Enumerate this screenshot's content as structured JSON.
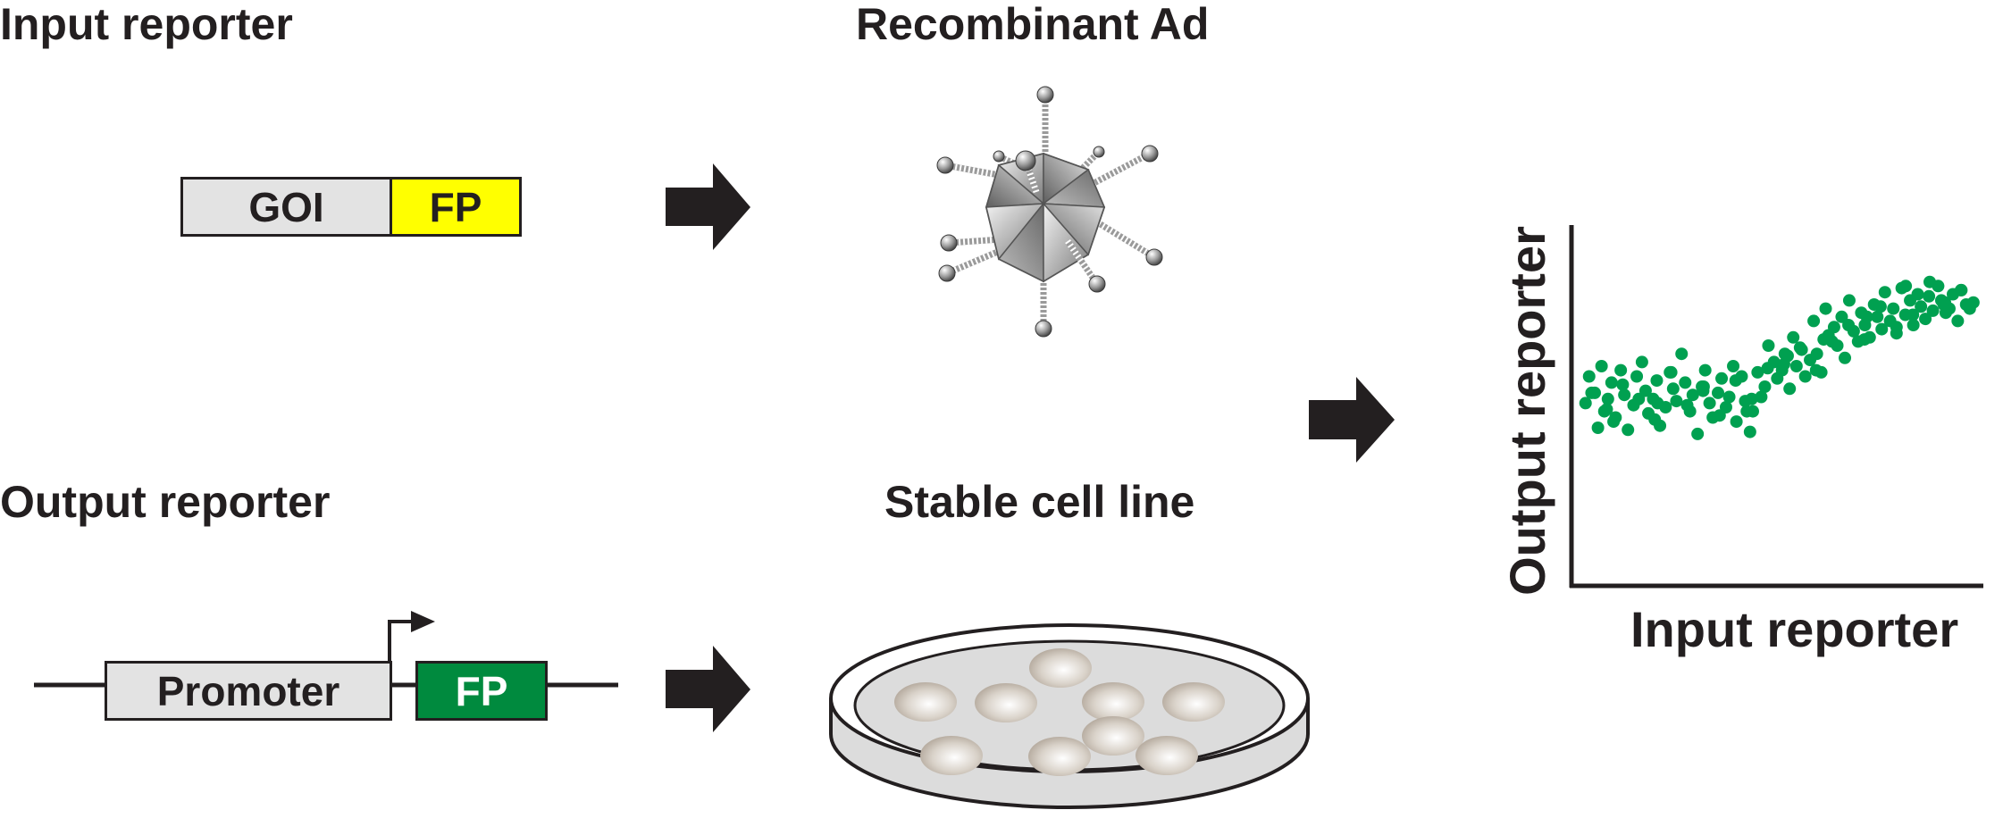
{
  "labels": {
    "input_reporter_title": "Input reporter",
    "recombinant_ad_title": "Recombinant Ad",
    "output_reporter_title": "Output reporter",
    "stable_cell_line_title": "Stable cell line"
  },
  "input_construct": {
    "goi": "GOI",
    "fp": "FP",
    "goi_color": "#e3e3e3",
    "fp_color": "#ffff00"
  },
  "output_construct": {
    "promoter": "Promoter",
    "fp": "FP",
    "promoter_color": "#e3e3e3",
    "fp_color": "#008a3e",
    "fp_text_color": "#ffffff"
  },
  "chart_data": {
    "type": "scatter",
    "xlabel": "Input reporter",
    "ylabel": "Output reporter",
    "xlim": [
      0,
      100
    ],
    "ylim": [
      0,
      100
    ],
    "grid": false,
    "point_color": "#00a050",
    "series": [
      {
        "x": [
          1.5,
          2.4,
          3.8,
          4.6,
          5.5,
          6.2,
          7.1,
          8.0,
          9.0,
          10.3,
          11.2,
          12.1,
          13.5,
          14.3,
          15.6,
          16.5,
          17.2,
          18.4,
          19.3,
          20.1,
          21.5,
          22.6,
          23.4,
          24.2,
          25.5,
          26.4,
          27.6,
          28.3,
          29.5,
          30.6,
          31.4,
          32.5,
          33.3,
          34.6,
          35.5,
          36.6,
          37.4,
          38.4,
          39.2,
          40.5,
          41.4,
          42.6,
          43.3,
          44.5,
          45.4,
          46.3,
          47.2,
          48.6,
          49.4,
          50.6,
          51.3,
          52.5,
          53.4,
          54.2,
          55.5,
          56.4,
          57.6,
          58.5,
          59.3,
          60.4,
          61.5,
          62.2,
          63.6,
          64.4,
          65.5,
          66.3,
          67.4,
          68.5,
          69.6,
          70.4,
          71.3,
          72.5,
          73.6,
          74.4,
          75.5,
          76.3,
          77.6,
          78.4,
          79.2,
          80.5,
          81.4,
          82.6,
          83.4,
          84.5,
          85.3,
          86.4,
          87.5,
          88.3,
          89.6,
          90.4,
          91.5,
          92.4,
          93.3,
          94.5,
          95.4,
          96.6,
          97.5,
          98.4,
          3.0,
          6.8,
          10.8,
          14.8,
          18.8,
          22.9,
          26.9,
          30.9,
          35.0,
          39.0,
          43.0,
          47.0,
          51.1,
          55.1,
          59.1,
          63.1,
          67.2,
          71.2,
          75.2,
          79.2,
          83.3,
          87.3,
          91.3,
          95.3,
          8.5,
          19.5,
          31.0,
          41.8,
          52.0,
          61.0,
          71.8,
          81.5,
          91.0
        ],
        "y": [
          42,
          55,
          47,
          30,
          60,
          38,
          44,
          52,
          35,
          58,
          46,
          29,
          41,
          55,
          62,
          48,
          37,
          44,
          53,
          31,
          40,
          57,
          49,
          43,
          66,
          52,
          38,
          46,
          27,
          50,
          58,
          42,
          35,
          47,
          54,
          40,
          45,
          60,
          33,
          55,
          43,
          28,
          38,
          57,
          45,
          50,
          70,
          62,
          54,
          58,
          66,
          49,
          74,
          60,
          68,
          55,
          63,
          82,
          66,
          57,
          88,
          75,
          79,
          70,
          84,
          64,
          92,
          77,
          72,
          86,
          80,
          74,
          90,
          84,
          78,
          96,
          82,
          88,
          76,
          98,
          85,
          92,
          80,
          95,
          89,
          83,
          101,
          87,
          99,
          92,
          86,
          88,
          95,
          82,
          97,
          90,
          88,
          91,
          47,
          39,
          51,
          44,
          34,
          57,
          41,
          48,
          36,
          53,
          44,
          59,
          61,
          69,
          58,
          72,
          80,
          73,
          89,
          79,
          85,
          94,
          91,
          97,
          33,
          42,
          50,
          38,
          65,
          73,
          84,
          99,
          90
        ]
      }
    ]
  }
}
